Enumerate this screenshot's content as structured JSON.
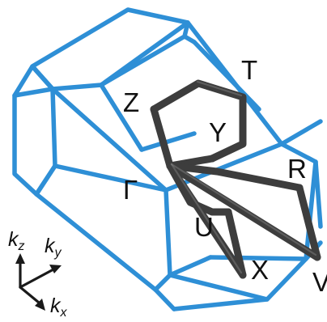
{
  "colors": {
    "zone_edge": "#2e8fd6",
    "path": "#3d3d3d",
    "path_highlight": "#9a9a9a",
    "axis": "#1a1a1a",
    "label": "#111111"
  },
  "labels": {
    "gamma": "Γ",
    "x": "X",
    "y": "Y",
    "z": "Z",
    "t": "T",
    "r": "R",
    "u": "U",
    "v": "V"
  },
  "axes": {
    "kx": {
      "symbol": "k",
      "subscript": "x"
    },
    "ky": {
      "symbol": "k",
      "subscript": "y"
    },
    "kz": {
      "symbol": "k",
      "subscript": "z"
    }
  }
}
